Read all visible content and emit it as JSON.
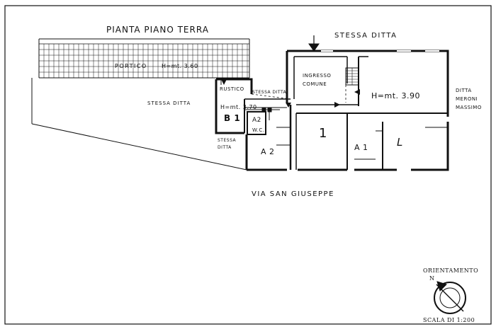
{
  "title": "PIANTA PIANO TERRA",
  "labels": {
    "stessa_ditta_top": "STESSA DITTA",
    "portico": "PORTICO",
    "portico_height": "H=mt. 3.60",
    "stessa_ditta_left": "STESSA DITTA",
    "rustico": "RUSTICO",
    "stessa_ditta_mid": "STESSA DITTA",
    "ingresso": "INGRESSO",
    "comune": "COMUNE",
    "height_390": "H=mt. 3.90",
    "height_370": "H=mt. 3.70",
    "b1": "B 1",
    "a2_small": "A2",
    "wc": "W.C.",
    "unit_1": "1",
    "unit_l": "L",
    "a1": "A 1",
    "a2": "A 2",
    "stessa_small": "STESSA",
    "ditta_small": "DITTA",
    "ditta_right": "DITTA",
    "meroni": "MERONI",
    "massimo": "MASSIMO",
    "street": "VIA SAN GIUSEPPE",
    "orientamento": "ORIENTAMENTO",
    "north": "N",
    "scale": "SCALA DI 1:200"
  },
  "colors": {
    "ink": "#111111",
    "background": "#ffffff"
  },
  "icons": [
    "compass-icon",
    "entrance-arrow-icon"
  ]
}
